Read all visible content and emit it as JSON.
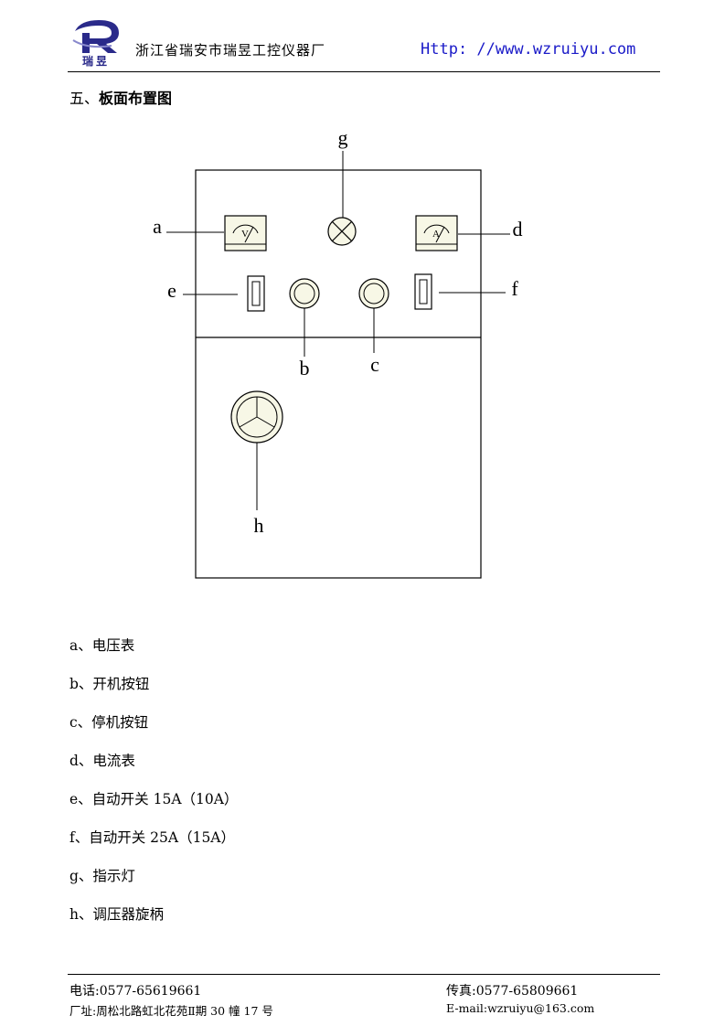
{
  "header": {
    "logo_text": "瑞昱",
    "company": "浙江省瑞安市瑞昱工控仪器厂",
    "website": "Http: //www.wzruiyu.com"
  },
  "section": {
    "number": "五、",
    "title": "板面布置图"
  },
  "diagram": {
    "labels": {
      "a": "a",
      "b": "b",
      "c": "c",
      "d": "d",
      "e": "e",
      "f": "f",
      "g": "g",
      "h": "h"
    },
    "voltmeter_symbol": "V",
    "ammeter_symbol": "A"
  },
  "legend": [
    "a、电压表",
    "b、开机按钮",
    "c、停机按钮",
    "d、电流表",
    "e、自动开关 15A（10A）",
    "f、自动开关 25A（15A）",
    "g、指示灯",
    "h、调压器旋柄"
  ],
  "footer": {
    "phone": "电话:0577-65619661",
    "fax": "传真:0577-65809661",
    "address": "厂址:周松北路虹北花苑Ⅱ期 30 幢 17 号",
    "email": "E-mail:wzruiyu@163.com"
  },
  "colors": {
    "logo_primary": "#2a2a8a",
    "website": "#1a1ac8",
    "meter_fill": "#f7f7e6"
  }
}
